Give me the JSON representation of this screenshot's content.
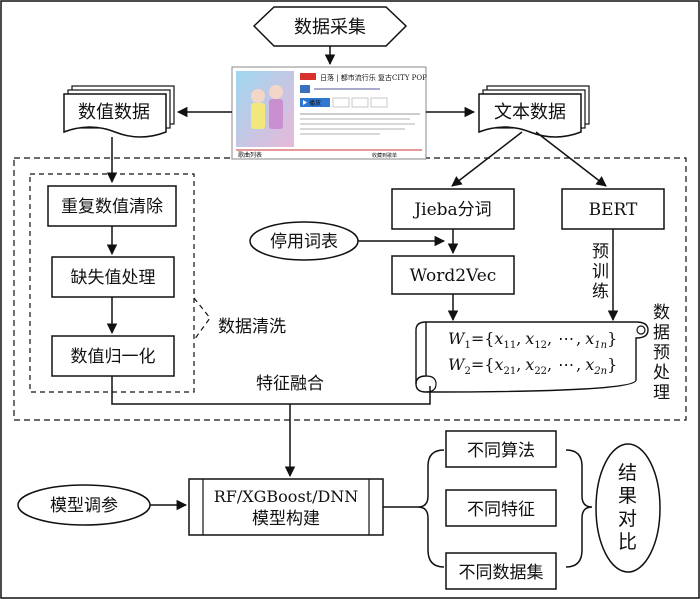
{
  "nodes": {
    "data_collection": "数据采集",
    "numeric_data": "数值数据",
    "text_data": "文本数据",
    "dedup": "重复数值清除",
    "missing": "缺失值处理",
    "normalize": "数值归一化",
    "data_cleaning": "数据清洗",
    "jieba": "Jieba分词",
    "bert": "BERT",
    "stopwords": "停用词表",
    "word2vec": "Word2Vec",
    "pretrain": "预训练",
    "preprocess": "数据预处理",
    "feature_fusion": "特征融合",
    "tuning": "模型调参",
    "model_line1": "RF/XGBoost/DNN",
    "model_line2": "模型构建",
    "diff_algo": "不同算法",
    "diff_feat": "不同特征",
    "diff_data": "不同数据集",
    "result": "结果对比"
  },
  "vectors": {
    "w1": {
      "lhs_var": "W",
      "lhs_sub": "1",
      "eq_open": "={",
      "t1": "x",
      "s1": "11",
      "t2": "x",
      "s2": "12",
      "dots": "⋯",
      "t3": "x",
      "s3": "1n",
      "close": "}"
    },
    "w2": {
      "lhs_var": "W",
      "lhs_sub": "2",
      "eq_open": "={",
      "t1": "x",
      "s1": "21",
      "t2": "x",
      "s2": "22",
      "dots": "⋯",
      "t3": "x",
      "s3": "2n",
      "close": "}"
    },
    "sep": ","
  },
  "screenshot": {
    "title": "日落 | 都市流行乐 复古CITY POP",
    "footer_left": "歌曲列表",
    "footer_right": "收藏到歌单",
    "play_label": "播放",
    "play_icon": "play-icon"
  }
}
